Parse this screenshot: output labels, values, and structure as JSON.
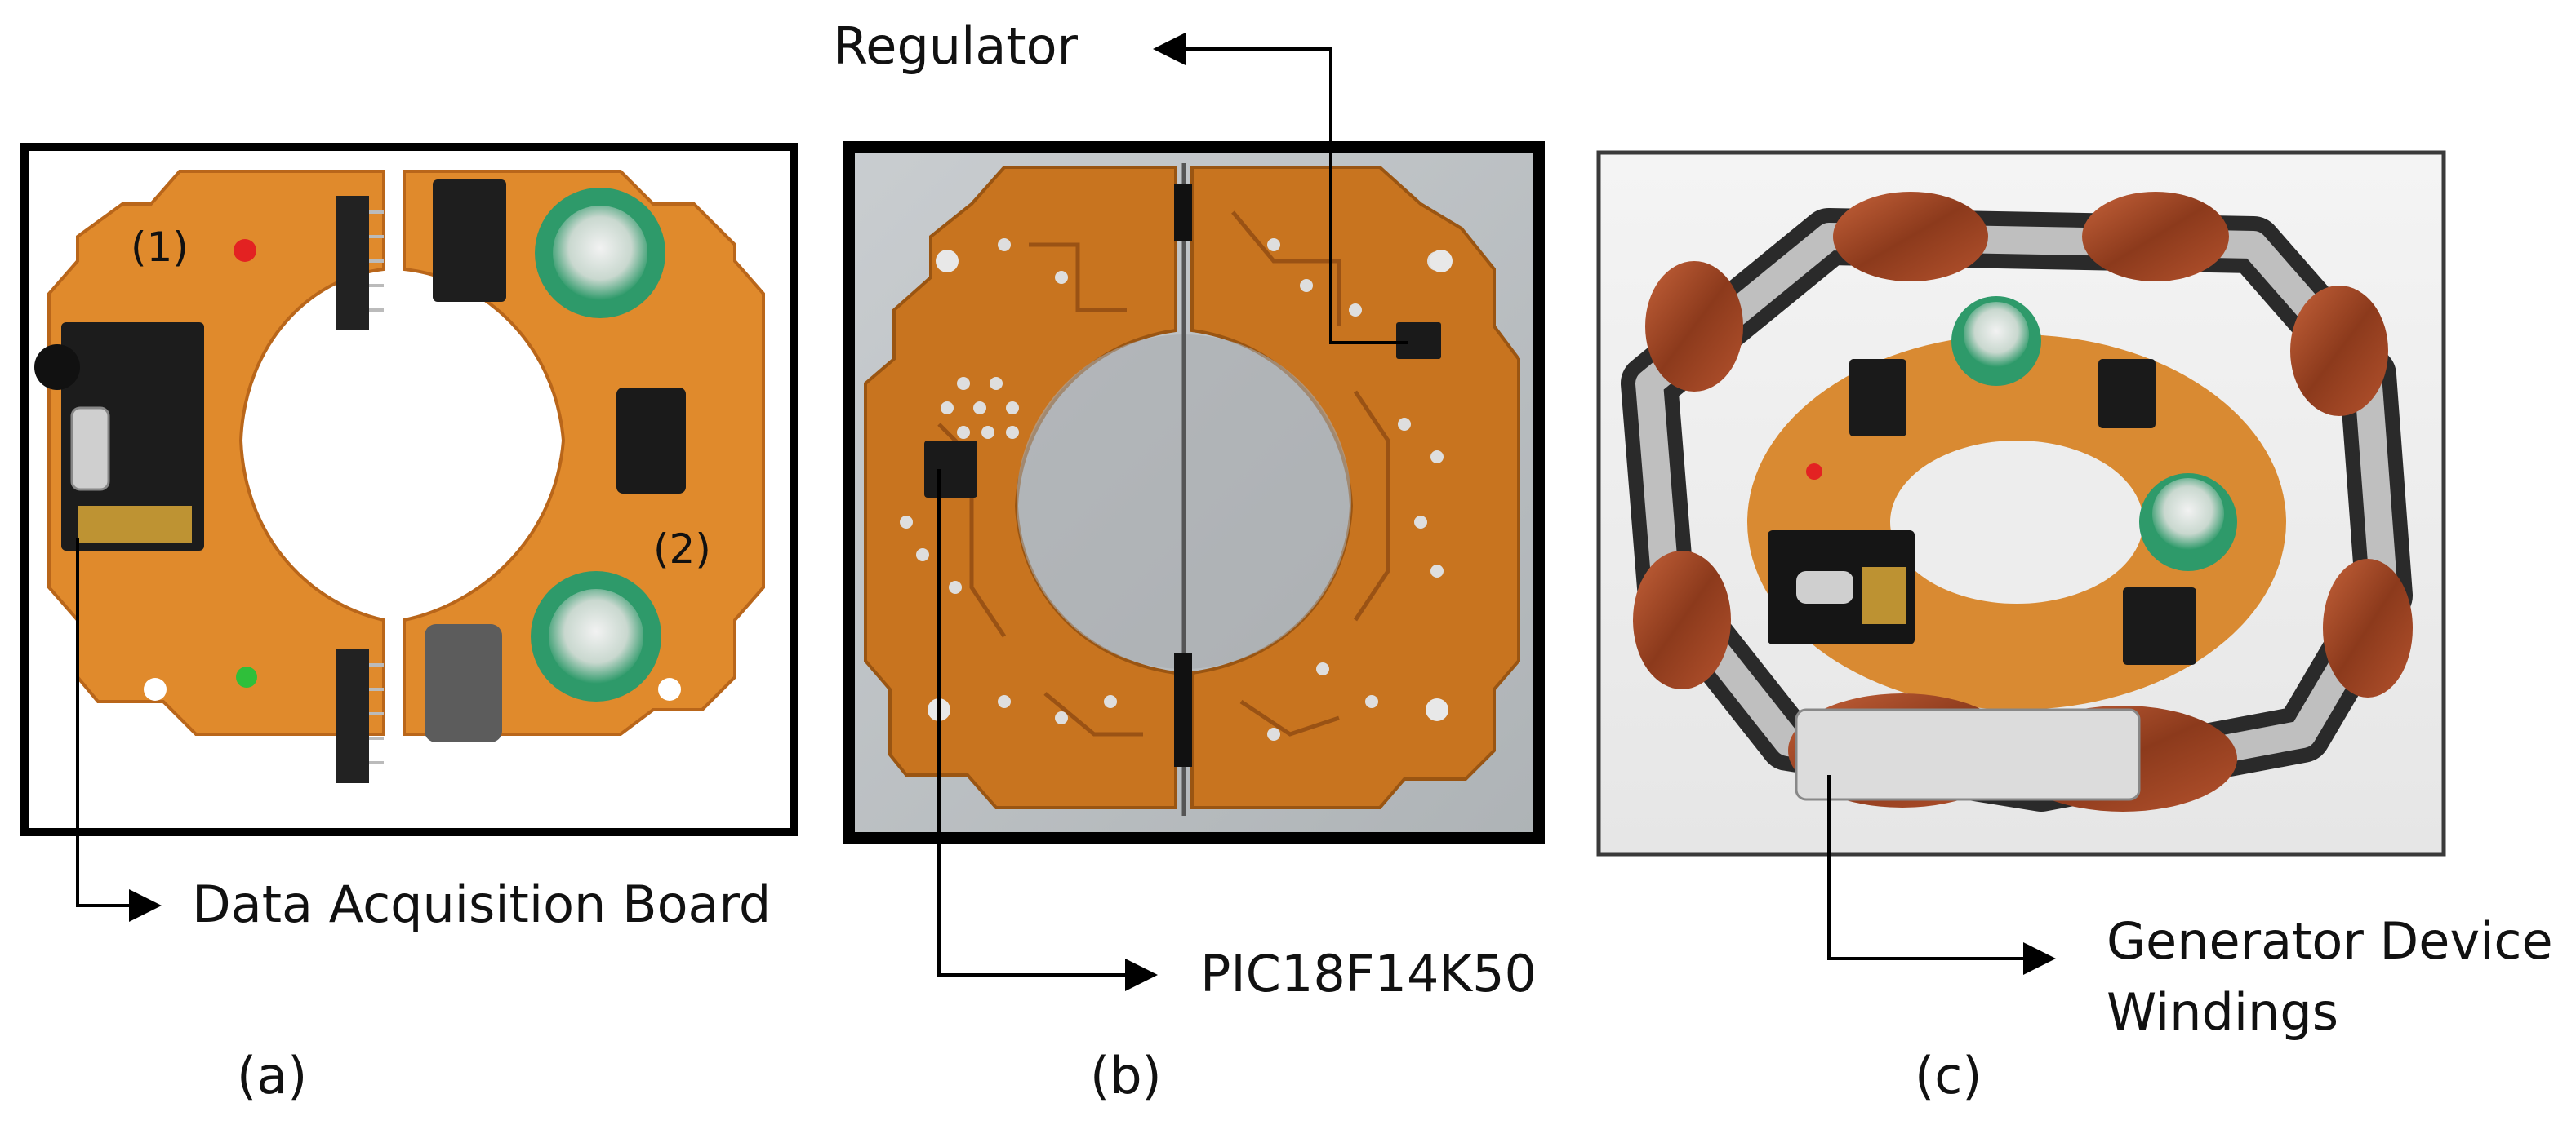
{
  "panels": {
    "a": {
      "caption": "(a)",
      "callout": "Data Acquisition Board",
      "marker_1": "(1)",
      "marker_2": "(2)"
    },
    "b": {
      "caption": "(b)",
      "callout_top": "Regulator",
      "callout_bottom": "PIC18F14K50"
    },
    "c": {
      "caption": "(c)",
      "callout_line1": "Generator Device",
      "callout_line2": "Windings"
    }
  },
  "colors": {
    "pcb": "#e08a2c",
    "pcb_dark": "#b9661a",
    "pcb_back": "#c8741f",
    "capacitor": "#2e9a6a",
    "copper_coil": "#a54a26",
    "frame": "#000000",
    "chip": "#1a1a1a",
    "solder": "#d9d9d9"
  },
  "icons": {
    "arrow": "arrowhead-right/left",
    "led_red": "red-led",
    "led_green": "green-led"
  }
}
